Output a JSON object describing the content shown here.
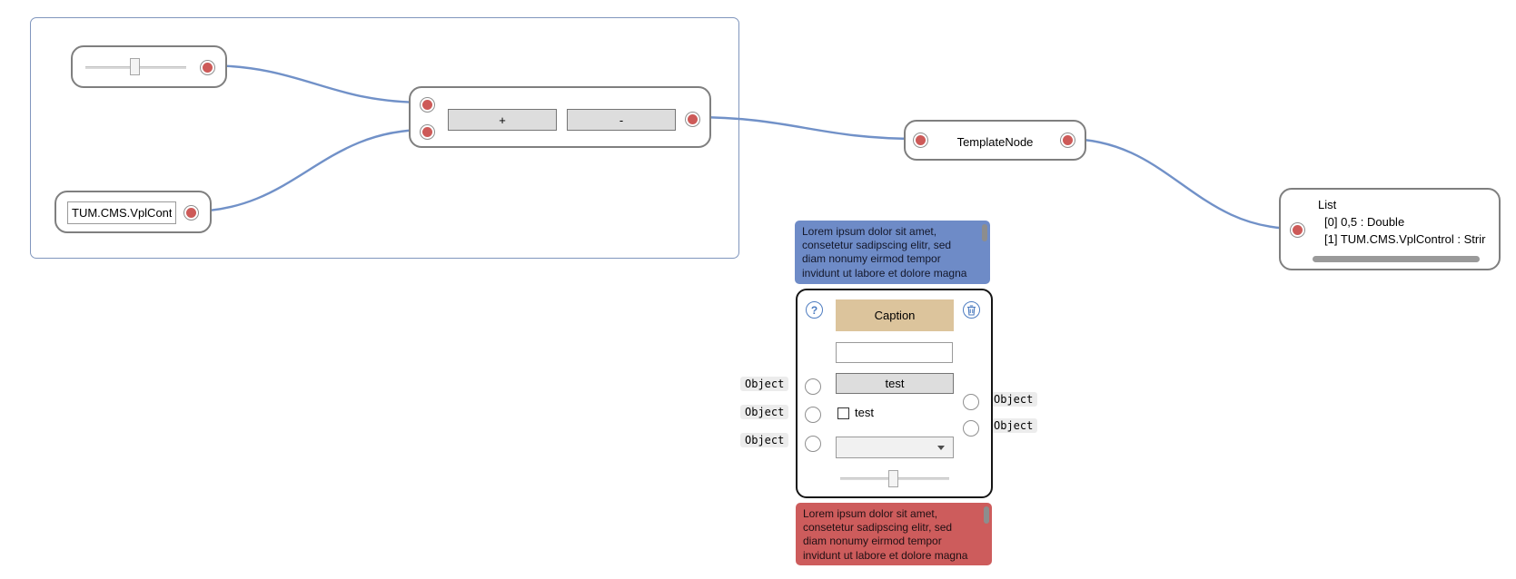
{
  "colors": {
    "wire": "#7191c8",
    "port_red": "#cd5a58",
    "node_border": "#7f7f7f",
    "group_border": "#8096bd",
    "comment_blue_bg": "#6e8bc7",
    "comment_red_bg": "#cd5c5c",
    "caption_bg": "#dcc49c",
    "icon_blue": "#4d7cc0"
  },
  "slider_node": {
    "value_percent": 50
  },
  "math_node": {
    "plus_label": "+",
    "minus_label": "-"
  },
  "string_node": {
    "input_value": "TUM.CMS.VplControl"
  },
  "template_node": {
    "label": "TemplateNode"
  },
  "list_node": {
    "title": "List",
    "rows": [
      "[0] 0,5 : Double",
      "[1] TUM.CMS.VplControl : Strir"
    ]
  },
  "main_node": {
    "help_glyph": "?",
    "caption": "Caption",
    "text_input_value": "",
    "button_label": "test",
    "checkbox_label": "test",
    "checkbox_checked": false,
    "combo_selected_value": "",
    "slider_value_percent": 50,
    "left_port_labels": [
      "Object",
      "Object",
      "Object"
    ],
    "right_port_labels": [
      "Object",
      "Object"
    ]
  },
  "comments": {
    "top": {
      "lines": [
        "Lorem ipsum dolor sit amet,",
        "consetetur sadipscing elitr, sed",
        "diam nonumy eirmod tempor",
        "invidunt ut labore et dolore magna"
      ]
    },
    "bottom": {
      "lines": [
        "Lorem ipsum dolor sit amet,",
        "consetetur sadipscing elitr, sed",
        "diam nonumy eirmod tempor",
        "invidunt ut labore et dolore magna"
      ]
    }
  }
}
